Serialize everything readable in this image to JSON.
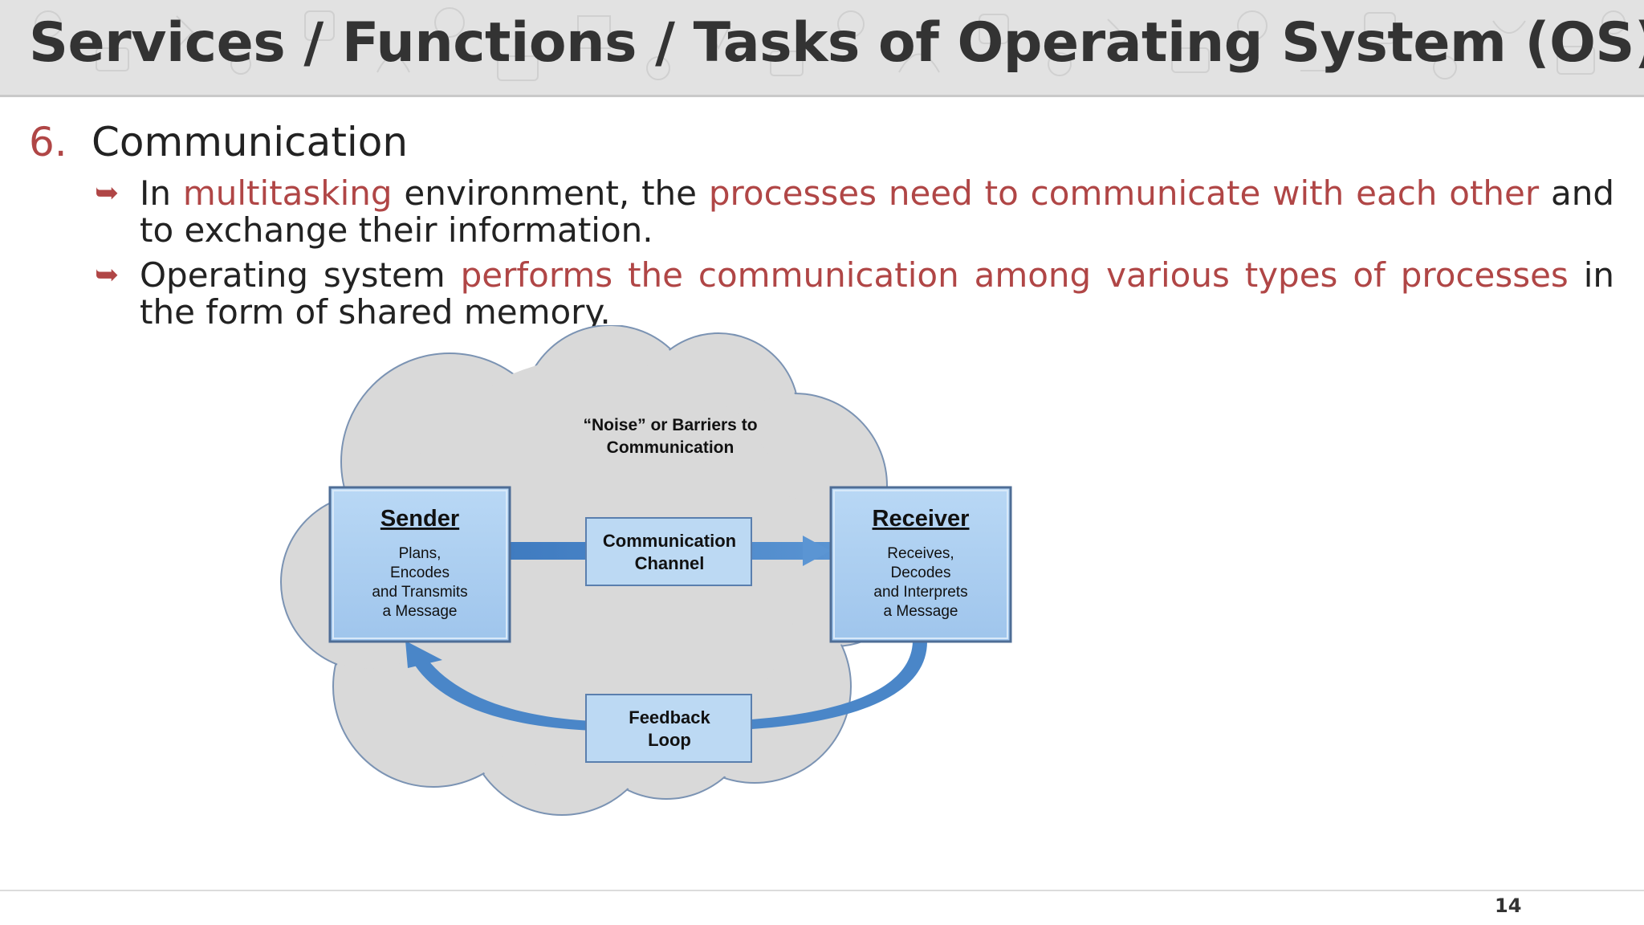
{
  "slide": {
    "title": "Services / Functions / Tasks of Operating System (OS)",
    "section_number": "6.",
    "section_title": "Communication",
    "page_number": "14",
    "colors": {
      "accent": "#b04646",
      "header_bg": "#e2e2e2",
      "box_fill": "#a9cdf0",
      "cloud_fill": "#d9d9d9",
      "arrow": "#4a86c8"
    }
  },
  "bullets": [
    {
      "icon": "curved-arrow-icon",
      "parts": [
        "In ",
        "multitasking",
        " environment, the ",
        "processes need to communicate with each other",
        " and to exchange their information."
      ]
    },
    {
      "icon": "curved-arrow-icon",
      "parts": [
        "Operating system ",
        "performs the communication among various types of processes",
        " in the form of shared memory."
      ]
    }
  ],
  "diagram": {
    "noise_label_line1": "“Noise” or Barriers to",
    "noise_label_line2": "Communication",
    "sender": {
      "title": "Sender",
      "lines": [
        "Plans,",
        "Encodes",
        "and Transmits",
        "a Message"
      ]
    },
    "receiver": {
      "title": "Receiver",
      "lines": [
        "Receives,",
        "Decodes",
        "and Interprets",
        "a Message"
      ]
    },
    "channel": {
      "line1": "Communication",
      "line2": "Channel"
    },
    "feedback": {
      "line1": "Feedback",
      "line2": "Loop"
    }
  }
}
